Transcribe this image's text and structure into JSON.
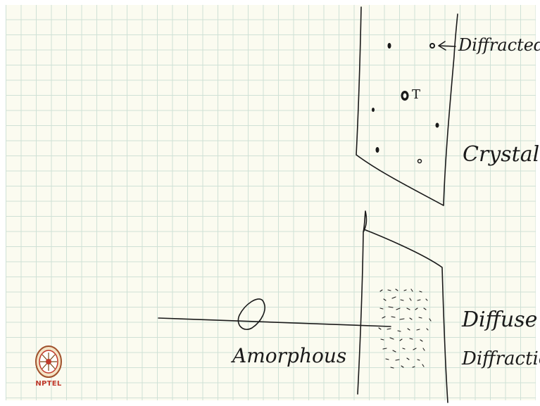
{
  "annotations": {
    "diffracted": "Diffracted",
    "transmitted": "T",
    "crystal": "Crystal",
    "amorphous": "Amorphous",
    "diffuse": "Diffuse",
    "diffraction": "Diffraction"
  },
  "logo": {
    "text": "NPTEL",
    "color": "#c0392b"
  },
  "colors": {
    "paper": "#fbfbf0",
    "grid": "#cfe1d6",
    "ink": "#1a1a1a"
  }
}
